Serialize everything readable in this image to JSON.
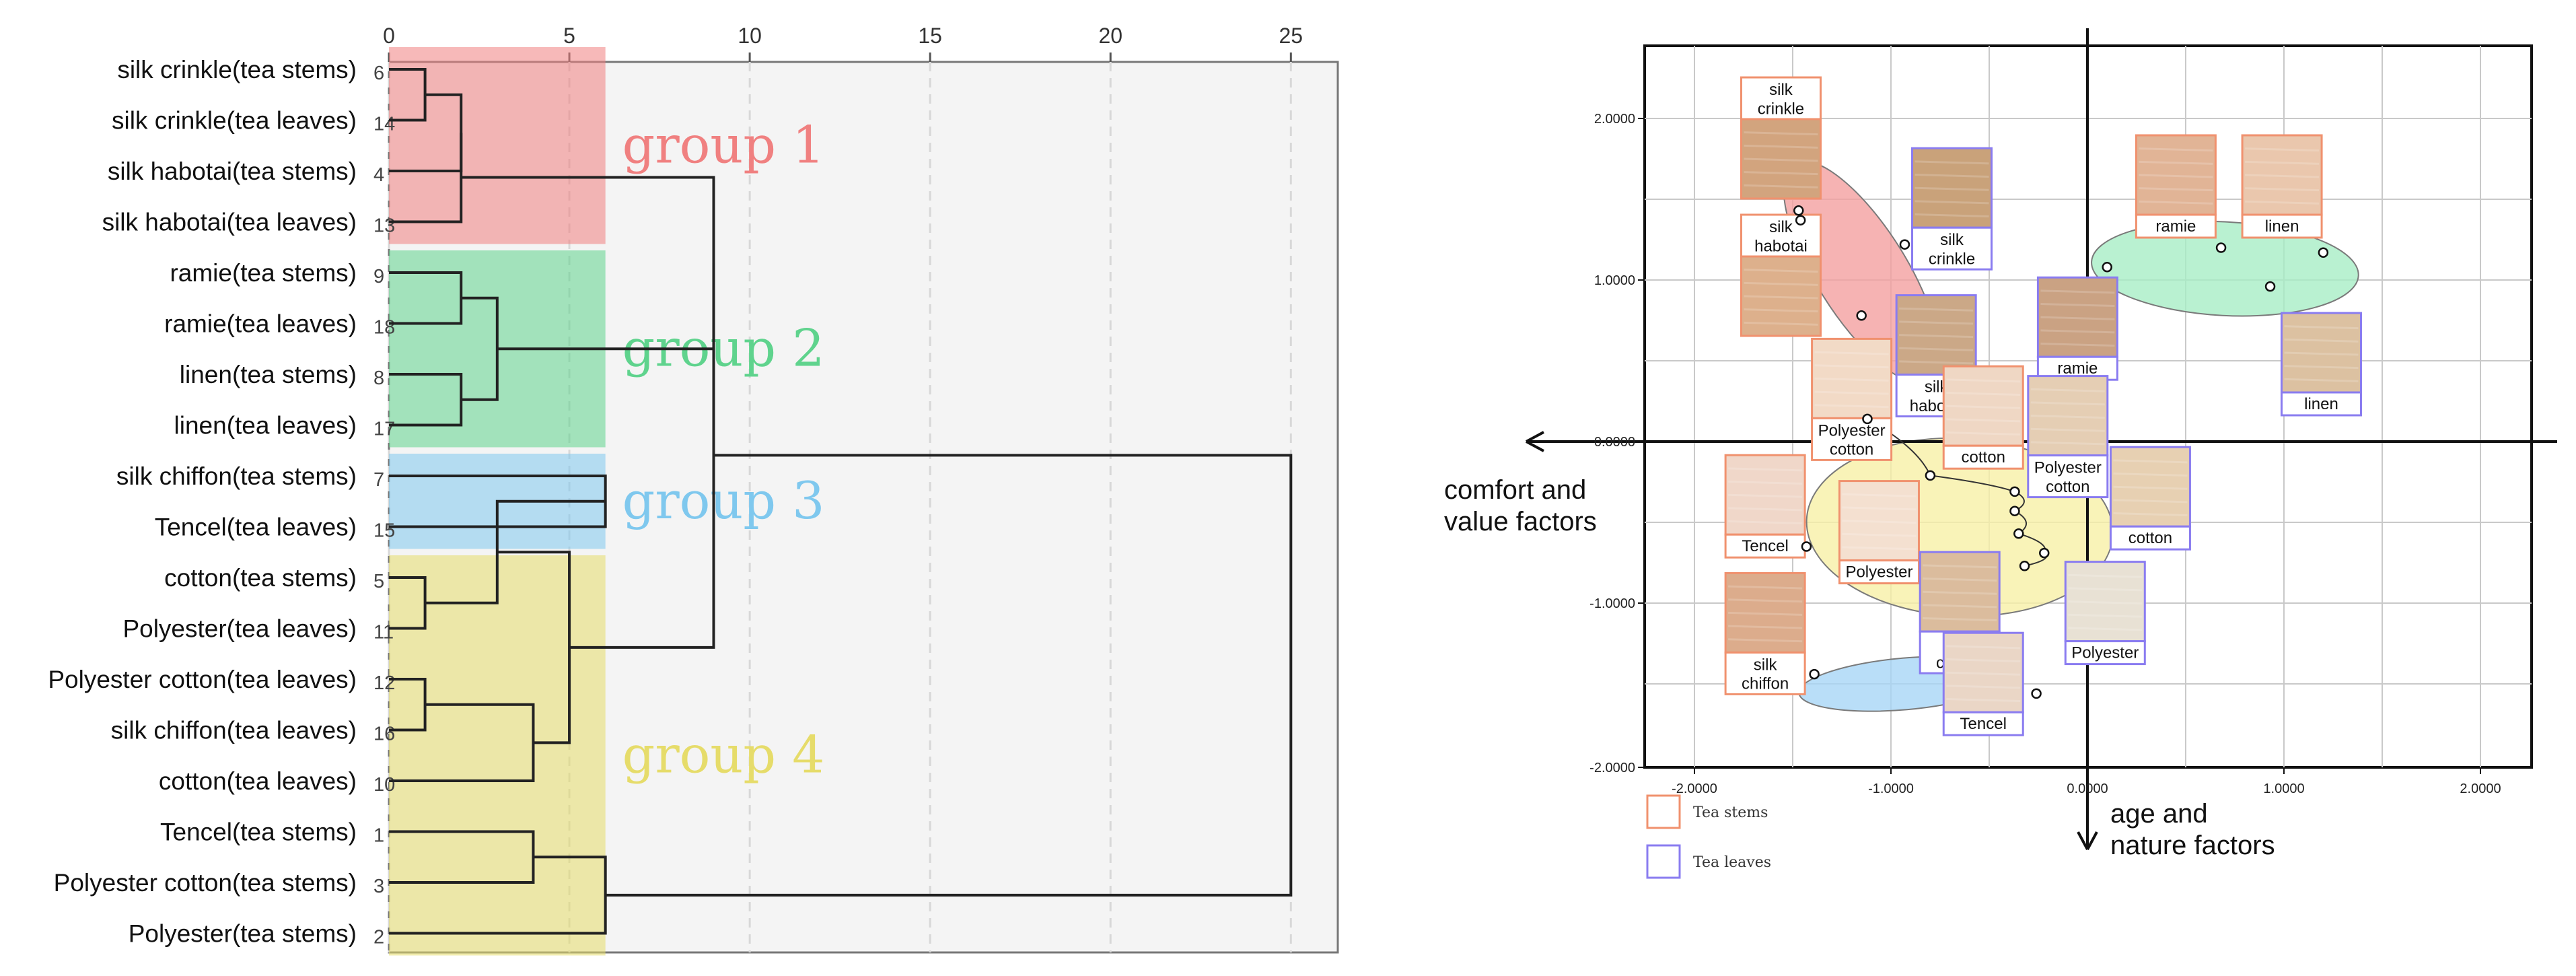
{
  "chart_data": [
    {
      "type": "dendrogram",
      "x_ticks": [
        "0",
        "5",
        "10",
        "15",
        "20",
        "25"
      ],
      "xlim": [
        0,
        26.3
      ],
      "leaves": [
        {
          "label": "silk crinkle(tea stems)",
          "id": "6"
        },
        {
          "label": "silk crinkle(tea leaves)",
          "id": "14"
        },
        {
          "label": "silk habotai(tea stems)",
          "id": "4"
        },
        {
          "label": "silk habotai(tea leaves)",
          "id": "13"
        },
        {
          "label": "ramie(tea stems)",
          "id": "9"
        },
        {
          "label": "ramie(tea leaves)",
          "id": "18"
        },
        {
          "label": "linen(tea stems)",
          "id": "8"
        },
        {
          "label": "linen(tea leaves)",
          "id": "17"
        },
        {
          "label": "silk chiffon(tea stems)",
          "id": "7"
        },
        {
          "label": "Tencel(tea leaves)",
          "id": "15"
        },
        {
          "label": "cotton(tea stems)",
          "id": "5"
        },
        {
          "label": "Polyester(tea leaves)",
          "id": "11"
        },
        {
          "label": "Polyester cotton(tea leaves)",
          "id": "12"
        },
        {
          "label": "silk chiffon(tea leaves)",
          "id": "16"
        },
        {
          "label": "cotton(tea leaves)",
          "id": "10"
        },
        {
          "label": "Tencel(tea stems)",
          "id": "1"
        },
        {
          "label": "Polyester cotton(tea stems)",
          "id": "3"
        },
        {
          "label": "Polyester(tea stems)",
          "id": "2"
        }
      ],
      "merges": [
        {
          "a": "L0",
          "b": "L1",
          "h": 1.0
        },
        {
          "a": "M0",
          "b": "L2",
          "h": 2.0
        },
        {
          "a": "M1",
          "b": "L3",
          "h": 2.0
        },
        {
          "a": "L4",
          "b": "L5",
          "h": 2.0
        },
        {
          "a": "L6",
          "b": "L7",
          "h": 2.0
        },
        {
          "a": "M3",
          "b": "M4",
          "h": 3.0
        },
        {
          "a": "M2",
          "b": "M5",
          "h": 9.0
        },
        {
          "a": "L8",
          "b": "L9",
          "h": 6.0
        },
        {
          "a": "L10",
          "b": "L11",
          "h": 1.0
        },
        {
          "a": "L12",
          "b": "L13",
          "h": 1.0
        },
        {
          "a": "M7",
          "b": "M8",
          "h": 3.0
        },
        {
          "a": "M9",
          "b": "L14",
          "h": 4.0
        },
        {
          "a": "L15",
          "b": "L16",
          "h": 4.0
        },
        {
          "a": "M10",
          "b": "M11",
          "h": 5.0
        },
        {
          "a": "M12",
          "b": "L17",
          "h": 6.0
        },
        {
          "a": "M6",
          "b": "M13",
          "h": 9.0
        },
        {
          "a": "M14",
          "b": "M15",
          "h": 25.0
        }
      ],
      "groups": [
        {
          "label": "group 1",
          "first": 0,
          "last": 3,
          "color": "#f08080"
        },
        {
          "label": "group 2",
          "first": 4,
          "last": 7,
          "color": "#5fd38d"
        },
        {
          "label": "group 3",
          "first": 8,
          "last": 9,
          "color": "#7fc8ee"
        },
        {
          "label": "group 4",
          "first": 10,
          "last": 17,
          "color": "#e6dc6a"
        }
      ],
      "group_cut": 6.0
    },
    {
      "type": "scatter",
      "xlim": [
        -2.2,
        2.25
      ],
      "ylim": [
        -2.0,
        2.45
      ],
      "x_ticks": [
        "-2.0000",
        "-1.0000",
        "0.0000",
        "1.0000",
        "2.0000"
      ],
      "y_ticks": [
        "2.0000",
        "1.0000",
        "0.0000",
        "-1.0000",
        "-2.0000"
      ],
      "x_axis_label": "comfort and\nvalue factors",
      "y_axis_label": "age and\nnature factors",
      "legend": [
        {
          "label": "Tea stems",
          "color": "#f0916e"
        },
        {
          "label": "Tea leaves",
          "color": "#8a7cf0"
        }
      ],
      "ellipses": [
        {
          "cx": -1.15,
          "cy": 1.05,
          "rx": 0.65,
          "ry": 0.28,
          "angle": 58,
          "color": "#f4a0a0"
        },
        {
          "cx": 0.7,
          "cy": 1.07,
          "rx": 0.68,
          "ry": 0.29,
          "angle": 3,
          "color": "#a7eec5"
        },
        {
          "cx": -0.65,
          "cy": -0.53,
          "rx": 0.78,
          "ry": 0.55,
          "angle": 3,
          "color": "#f7f0a6"
        },
        {
          "cx": -0.93,
          "cy": -1.5,
          "rx": 0.54,
          "ry": 0.16,
          "angle": -5,
          "color": "#a8d6f6"
        }
      ],
      "points": [
        {
          "x": -1.47,
          "y": 1.43
        },
        {
          "x": -1.46,
          "y": 1.37
        },
        {
          "x": -0.93,
          "y": 1.22
        },
        {
          "x": -1.15,
          "y": 0.78
        },
        {
          "x": 0.1,
          "y": 1.08
        },
        {
          "x": 0.68,
          "y": 1.2
        },
        {
          "x": 1.2,
          "y": 1.17
        },
        {
          "x": 0.93,
          "y": 0.96
        },
        {
          "x": -1.12,
          "y": 0.14
        },
        {
          "x": -0.8,
          "y": -0.21
        },
        {
          "x": -0.37,
          "y": -0.31
        },
        {
          "x": -0.37,
          "y": -0.43
        },
        {
          "x": -0.35,
          "y": -0.57
        },
        {
          "x": -0.22,
          "y": -0.69
        },
        {
          "x": -0.32,
          "y": -0.77
        },
        {
          "x": -1.43,
          "y": -0.65
        },
        {
          "x": -1.39,
          "y": -1.44
        },
        {
          "x": -0.26,
          "y": -1.56
        }
      ],
      "swatches": [
        {
          "label": "silk\ncrinkle",
          "kind": "Tea stems",
          "x": -1.56,
          "y": 1.75,
          "tone": "#d2a47e",
          "label_pos": "top"
        },
        {
          "label": "silk\nhabotai",
          "kind": "Tea stems",
          "x": -1.56,
          "y": 0.9,
          "tone": "#ddb08c",
          "label_pos": "top"
        },
        {
          "label": "silk\ncrinkle",
          "kind": "Tea leaves",
          "x": -0.69,
          "y": 1.57,
          "tone": "#c9a27a",
          "label_pos": "bottom"
        },
        {
          "label": "ramie",
          "kind": "Tea stems",
          "x": 0.45,
          "y": 1.65,
          "tone": "#e1b496",
          "label_pos": "bottom"
        },
        {
          "label": "linen",
          "kind": "Tea stems",
          "x": 0.99,
          "y": 1.65,
          "tone": "#eac7ad",
          "label_pos": "bottom"
        },
        {
          "label": "silk\nhabotai",
          "kind": "Tea leaves",
          "x": -0.77,
          "y": 0.66,
          "tone": "#cba887",
          "label_pos": "bottom"
        },
        {
          "label": "ramie",
          "kind": "Tea leaves",
          "x": -0.05,
          "y": 0.77,
          "tone": "#caa283",
          "label_pos": "bottom"
        },
        {
          "label": "linen",
          "kind": "Tea leaves",
          "x": 1.19,
          "y": 0.55,
          "tone": "#dcc1a1",
          "label_pos": "bottom"
        },
        {
          "label": "Polyester\ncotton",
          "kind": "Tea stems",
          "x": -1.2,
          "y": 0.39,
          "tone": "#f2dac6",
          "label_pos": "bottom"
        },
        {
          "label": "cotton",
          "kind": "Tea stems",
          "x": -0.53,
          "y": 0.22,
          "tone": "#efd7c4",
          "label_pos": "bottom"
        },
        {
          "label": "Polyester\ncotton",
          "kind": "Tea leaves",
          "x": -0.1,
          "y": 0.16,
          "tone": "#e5ceb4",
          "label_pos": "bottom"
        },
        {
          "label": "cotton",
          "kind": "Tea leaves",
          "x": 0.32,
          "y": -0.28,
          "tone": "#e7d0b2",
          "label_pos": "bottom"
        },
        {
          "label": "Tencel",
          "kind": "Tea stems",
          "x": -1.64,
          "y": -0.33,
          "tone": "#f0d7c9",
          "label_pos": "bottom"
        },
        {
          "label": "Polyester",
          "kind": "Tea stems",
          "x": -1.06,
          "y": -0.49,
          "tone": "#f4e0d0",
          "label_pos": "bottom"
        },
        {
          "label": "silk\nchiffon",
          "kind": "Tea leaves",
          "x": -0.65,
          "y": -0.93,
          "tone": "#dbbc9d",
          "label_pos": "bottom"
        },
        {
          "label": "Polyester",
          "kind": "Tea leaves",
          "x": 0.09,
          "y": -0.99,
          "tone": "#e8e1d4",
          "label_pos": "bottom"
        },
        {
          "label": "silk\nchiffon",
          "kind": "Tea stems",
          "x": -1.64,
          "y": -1.06,
          "tone": "#dcac8c",
          "label_pos": "bottom"
        },
        {
          "label": "Tencel",
          "kind": "Tea leaves",
          "x": -0.53,
          "y": -1.43,
          "tone": "#ead6c6",
          "label_pos": "bottom"
        }
      ]
    }
  ]
}
